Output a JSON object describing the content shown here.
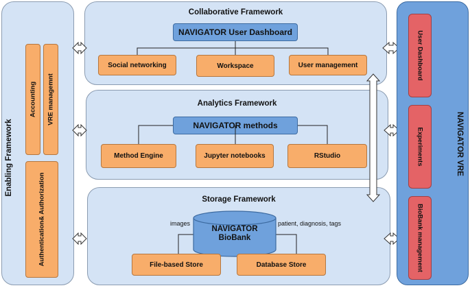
{
  "enabling": {
    "title": "Enabling Framework",
    "accounting": "Accounting",
    "vre_management": "VRE managemnt",
    "auth": "Authentication& Authorization"
  },
  "collaborative": {
    "title": "Collaborative Framework",
    "dashboard": "NAVIGATOR User Dashboard",
    "social": "Social networking",
    "workspace": "Workspace",
    "user_mgmt": "User management"
  },
  "analytics": {
    "title": "Analytics Framework",
    "methods": "NAVIGATOR methods",
    "method_engine": "Method Engine",
    "jupyter": "Jupyter notebooks",
    "rstudio": "RStudio"
  },
  "storage": {
    "title": "Storage Framework",
    "biobank_line1": "NAVIGATOR",
    "biobank_line2": "BioBank",
    "label_left": "images",
    "label_right": "patient, diagnosis, tags",
    "file_store": "File-based Store",
    "db_store": "Database Store"
  },
  "vre": {
    "title": "NAVIGATOR VRE",
    "user_dashboard": "User Dashboard",
    "experiments": "Experiments",
    "biobank_mgmt": "BioBank management"
  },
  "colors": {
    "panel": "#d4e3f5",
    "blue_box": "#6fa1dc",
    "orange_box": "#f8ad6a",
    "red_box": "#e46366"
  }
}
